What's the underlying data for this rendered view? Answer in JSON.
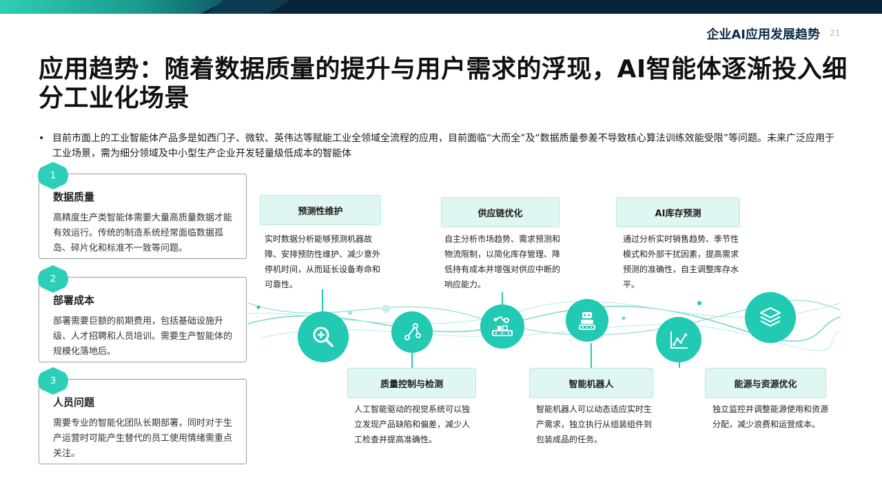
{
  "header": {
    "title": "企业AI应用发展趋势",
    "page_number": "21"
  },
  "title": "应用趋势：随着数据质量的提升与用户需求的浮现，AI智能体逐渐投入细分工业化场景",
  "bullet": "目前市面上的工业智能体产品多是如西门子、微软、英伟达等赋能工业全领域全流程的应用，目前面临“大而全”及“数据质量参差不导致核心算法训练效能受限”等问题。未来广泛应用于工业场景，需为细分领域及中小型生产企业开发轻量级低成本的智能体",
  "cards": [
    {
      "num": "1",
      "title": "数据质量",
      "desc": "高精度生产类智能体需要大量高质量数据才能有效运行。传统的制造系统经常面临数据孤岛、碎片化和标准不一致等问题。"
    },
    {
      "num": "2",
      "title": "部署成本",
      "desc": "部署需要巨额的前期费用，包括基础设施升级、人才招聘和人员培训。需要生产智能体的规模化落地后。"
    },
    {
      "num": "3",
      "title": "人员问题",
      "desc": "需要专业的智能化团队长期部署，同时对于生产运营时可能产生替代的员工使用情绪需重点关注。"
    }
  ],
  "scenarios": [
    {
      "label": "预测性维护",
      "desc": "实时数据分析能够预测机器故障、安排预防性维护、减少意外停机时间，从而延长设备寿命和可靠性。",
      "icon": "search-plus-icon"
    },
    {
      "label": "质量控制与检测",
      "desc": "人工智能驱动的视觉系统可以独立发现产品缺陷和偏差，减少人工检查并提高准确性。",
      "icon": "network-nodes-icon"
    },
    {
      "label": "供应链优化",
      "desc": "自主分析市场趋势、需求预测和物流限制，以简化库存管理、降低持有成本并增强对供应中断的响应能力。",
      "icon": "factory-robot-icon"
    },
    {
      "label": "智能机器人",
      "desc": "智能机器人可以动态适应实时生产需求，独立执行从组装组件到包装成品的任务。",
      "icon": "robot-icon"
    },
    {
      "label": "AI库存预测",
      "desc": "通过分析实时销售趋势、季节性模式和外部干扰因素，提高需求预测的准确性，自主调整库存水平。",
      "icon": "line-chart-icon"
    },
    {
      "label": "能源与资源优化",
      "desc": "独立监控并调整能源使用和资源分配，减少浪费和运营成本。",
      "icon": "layers-icon"
    }
  ],
  "colors": {
    "accent": "#22c9b3",
    "label_bg": "#dff6f2",
    "header": "#0d2c48"
  }
}
